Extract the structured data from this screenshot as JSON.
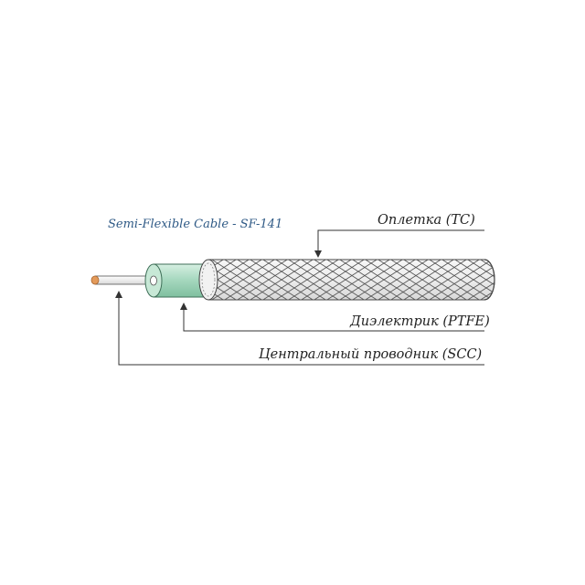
{
  "diagram": {
    "title": "Semi-Flexible Cable - SF-141",
    "labels": {
      "braid": "Оплетка (TC)",
      "dielectric": "Диэлектрик (PTFE)",
      "center_conductor": "Центральный проводник (SCC)"
    }
  },
  "colors": {
    "title_text": "#2f5a86",
    "label_text": "#222222",
    "leader_lines": "#333333",
    "copper_core": "#e39a5a",
    "conductor_plating": "#f3f3f3",
    "dielectric": "#a8d9c0",
    "dielectric_dark": "#7fbf9f",
    "braid_lines": "#555555",
    "braid_fill": "#ededed"
  }
}
